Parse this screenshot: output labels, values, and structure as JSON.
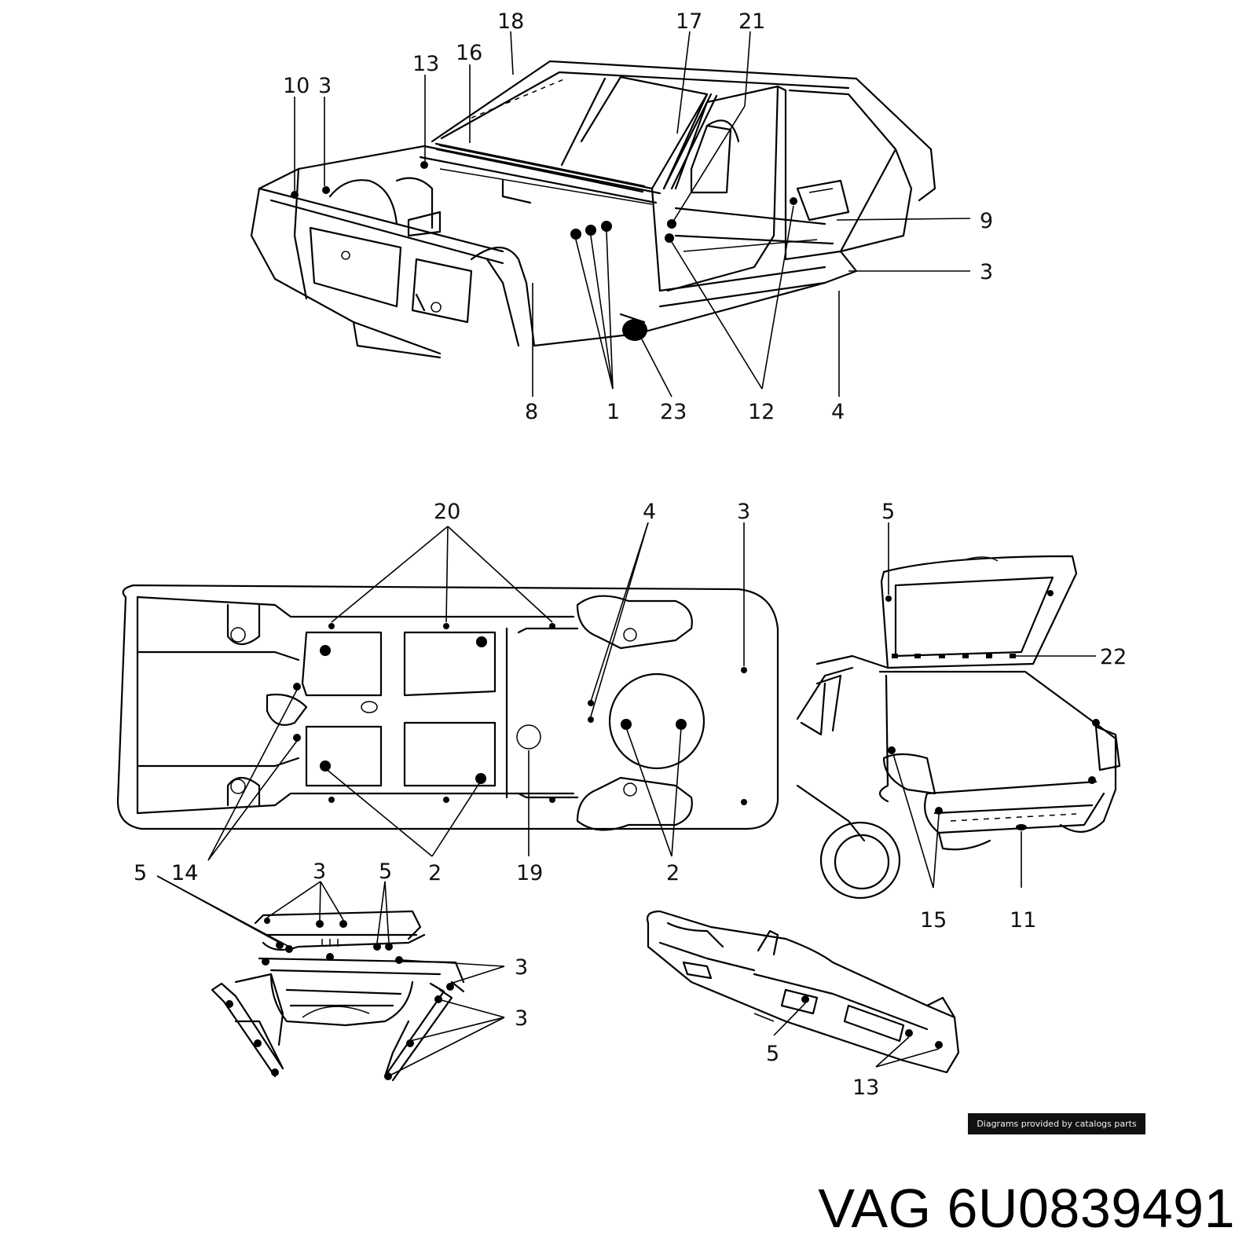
{
  "title": {
    "brand": "VAG",
    "part_number": "6U0839491"
  },
  "credit": "Diagrams provided by catalogs parts",
  "figures": {
    "car_body": {
      "callouts": [
        "18",
        "17",
        "21",
        "13",
        "16",
        "10",
        "3",
        "9",
        "3",
        "8",
        "1",
        "23",
        "12",
        "4"
      ]
    },
    "floor_pan": {
      "callouts": [
        "20",
        "4",
        "3",
        "14",
        "2",
        "19",
        "2"
      ]
    },
    "rear_hatch": {
      "callouts": [
        "5",
        "22",
        "15",
        "11"
      ]
    },
    "front_frame": {
      "callouts": [
        "5",
        "14",
        "3",
        "5",
        "3",
        "3"
      ]
    },
    "rear_bumper_beam": {
      "callouts": [
        "5",
        "13"
      ]
    }
  }
}
